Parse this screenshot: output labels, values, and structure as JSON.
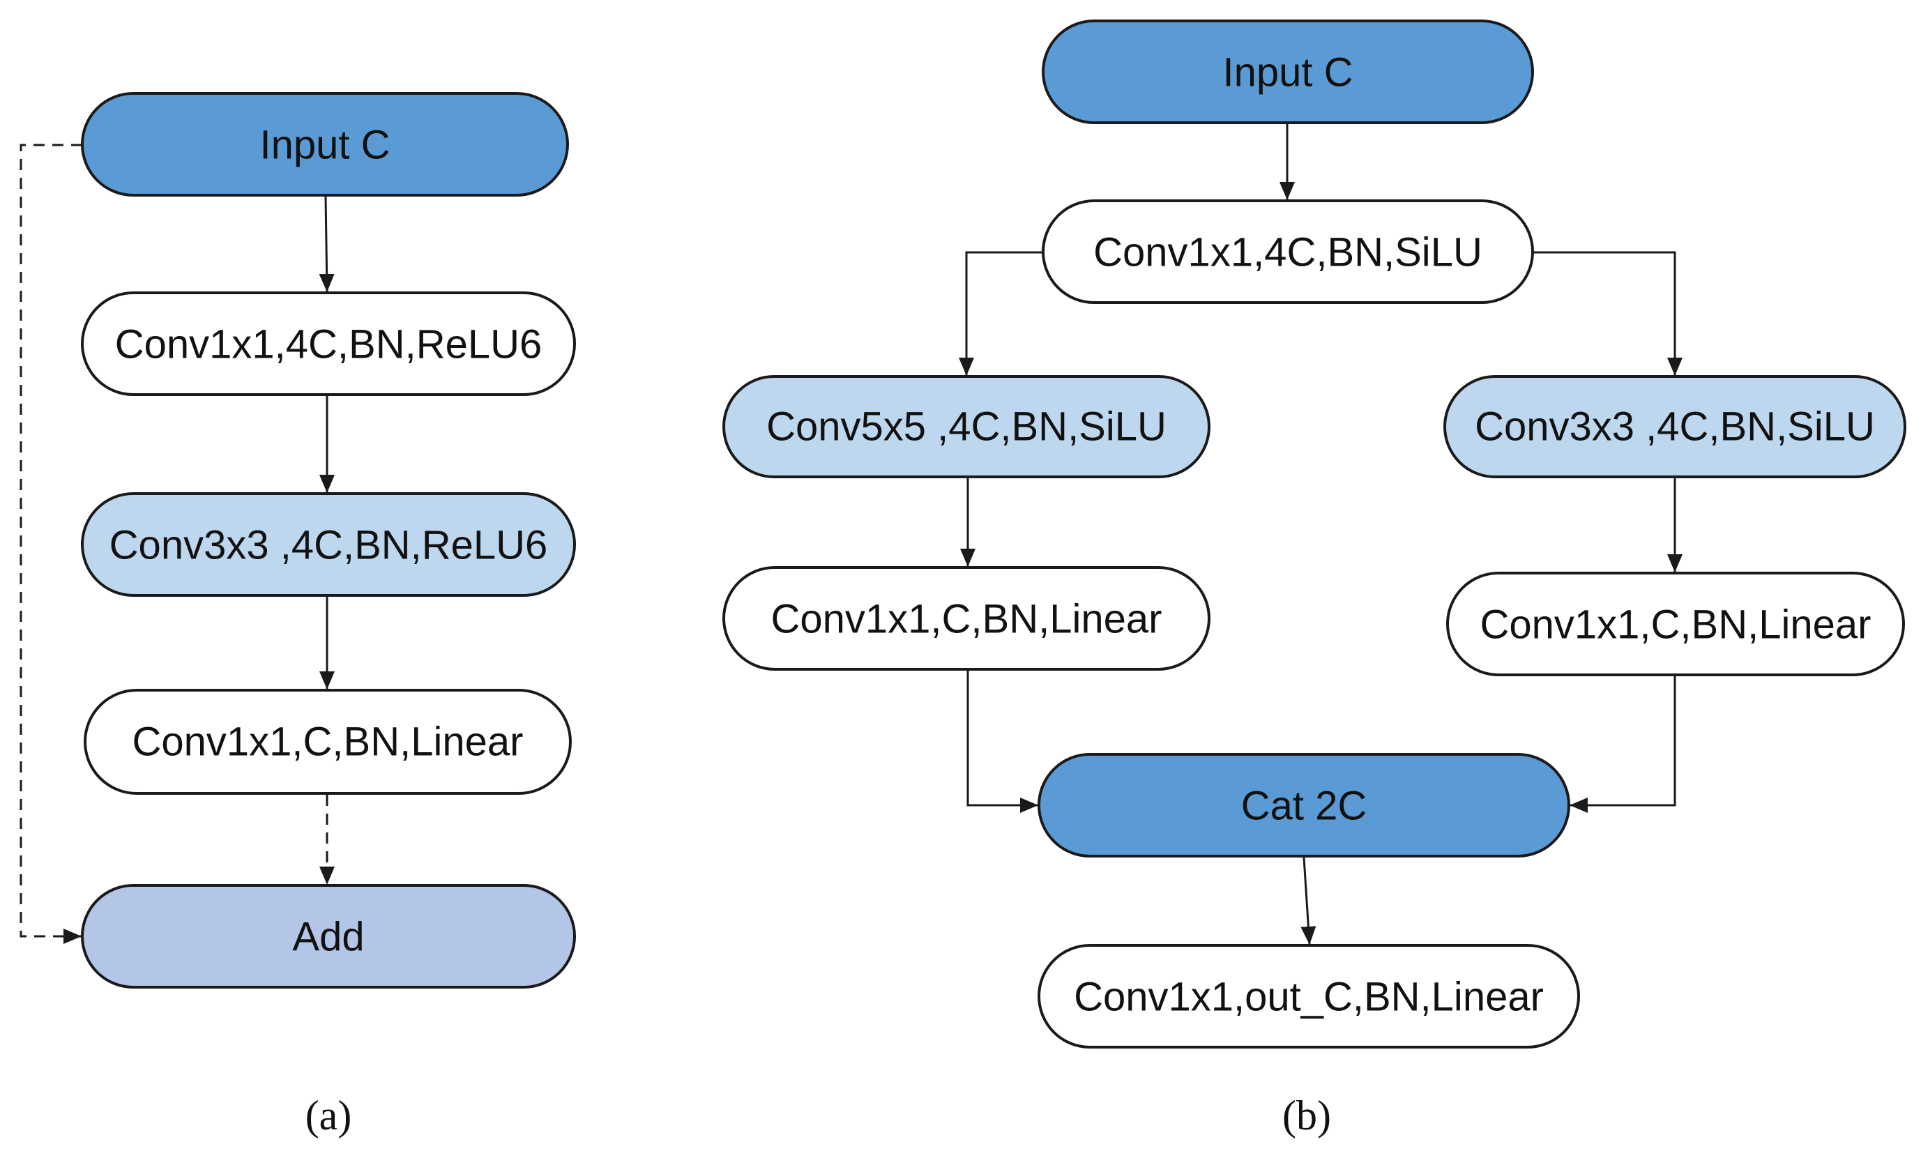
{
  "colors": {
    "dark_blue": "#5b9bd5",
    "light_blue": "#bdd7ee",
    "lavender": "#b4c6e7",
    "white": "#ffffff",
    "line": "#1a1a1a"
  },
  "diagram_a": {
    "caption": "(a)",
    "nodes": {
      "input": {
        "label": "Input C",
        "fill": "dark_blue"
      },
      "conv1": {
        "label": "Conv1x1,4C,BN,ReLU6",
        "fill": "white"
      },
      "conv3": {
        "label": "Conv3x3 ,4C,BN,ReLU6",
        "fill": "light_blue"
      },
      "conv_lin": {
        "label": "Conv1x1,C,BN,Linear",
        "fill": "white"
      },
      "add": {
        "label": "Add",
        "fill": "lavender"
      }
    },
    "edges": [
      {
        "from": "input",
        "to": "conv1",
        "style": "solid"
      },
      {
        "from": "conv1",
        "to": "conv3",
        "style": "solid"
      },
      {
        "from": "conv3",
        "to": "conv_lin",
        "style": "solid"
      },
      {
        "from": "conv_lin",
        "to": "add",
        "style": "dashed"
      },
      {
        "from": "input",
        "to": "add",
        "style": "dashed"
      }
    ]
  },
  "diagram_b": {
    "caption": "(b)",
    "nodes": {
      "input": {
        "label": "Input C",
        "fill": "dark_blue"
      },
      "conv1": {
        "label": "Conv1x1,4C,BN,SiLU",
        "fill": "white"
      },
      "conv5": {
        "label": "Conv5x5 ,4C,BN,SiLU",
        "fill": "light_blue"
      },
      "conv3": {
        "label": "Conv3x3 ,4C,BN,SiLU",
        "fill": "light_blue"
      },
      "lin_left": {
        "label": "Conv1x1,C,BN,Linear",
        "fill": "white"
      },
      "lin_right": {
        "label": "Conv1x1,C,BN,Linear",
        "fill": "white"
      },
      "cat": {
        "label": "Cat 2C",
        "fill": "dark_blue"
      },
      "out": {
        "label": "Conv1x1,out_C,BN,Linear",
        "fill": "white"
      }
    },
    "edges": [
      {
        "from": "input",
        "to": "conv1",
        "style": "solid"
      },
      {
        "from": "conv1",
        "to": "conv5",
        "style": "solid"
      },
      {
        "from": "conv1",
        "to": "conv3",
        "style": "solid"
      },
      {
        "from": "conv5",
        "to": "lin_left",
        "style": "solid"
      },
      {
        "from": "conv3",
        "to": "lin_right",
        "style": "solid"
      },
      {
        "from": "lin_left",
        "to": "cat",
        "style": "solid"
      },
      {
        "from": "lin_right",
        "to": "cat",
        "style": "solid"
      },
      {
        "from": "cat",
        "to": "out",
        "style": "solid"
      }
    ]
  }
}
